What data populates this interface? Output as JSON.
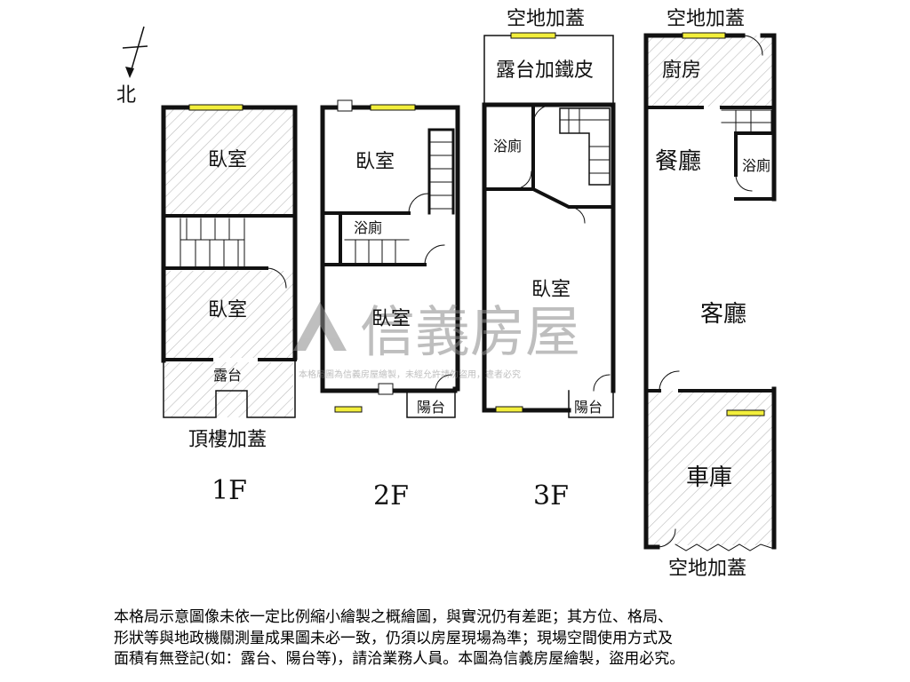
{
  "compass": {
    "label": "北"
  },
  "watermark": {
    "brand": "信義房屋",
    "notice": "本格局圖為信義房屋繪製，未經允許請勿盜用，違者必究"
  },
  "floors": [
    {
      "name": "1F",
      "top_label": "",
      "bottom_label": "頂樓加蓋",
      "rooms": [
        "臥室",
        "臥室",
        "露台"
      ]
    },
    {
      "name": "2F",
      "top_label": "",
      "bottom_label": "",
      "rooms": [
        "臥室",
        "浴廁",
        "臥室",
        "陽台"
      ]
    },
    {
      "name": "3F",
      "top_label": "空地加蓋",
      "bottom_label": "",
      "rooms": [
        "露台加鐵皮",
        "浴廁",
        "臥室",
        "陽台"
      ]
    },
    {
      "name": "",
      "top_label": "空地加蓋",
      "bottom_label": "空地加蓋",
      "rooms": [
        "廚房",
        "餐廳",
        "浴廁",
        "客廳",
        "車庫"
      ]
    }
  ],
  "disclaimer": [
    "本格局示意圖像未依一定比例縮小繪製之概繪圖，與實況仍有差距；其方位、格局、",
    "形狀等與地政機關測量成果圖未必一致，仍須以房屋現場為準；現場空間使用方式及",
    "面積有無登記(如：露台、陽台等)，請洽業務人員。本圖為信義房屋繪製，盜用必究。"
  ],
  "colors": {
    "wall": "#111111",
    "window": "#f2ee3c",
    "hatch": "#bcbcbc",
    "watermark": "#8a8a8a"
  }
}
